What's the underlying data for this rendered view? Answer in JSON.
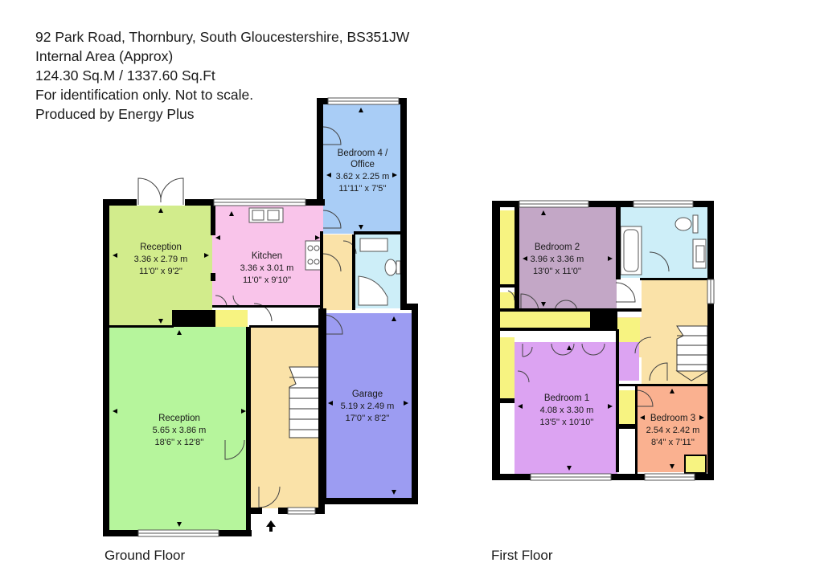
{
  "header": {
    "address": "92 Park Road, Thornbury, South Gloucestershire, BS351JW",
    "area_label": "Internal Area (Approx)",
    "area_value": "124.30 Sq.M / 1337.60 Sq.Ft",
    "disclaimer": "For identification only. Not to scale.",
    "producer": "Produced by Energy Plus"
  },
  "floors": {
    "ground": "Ground Floor",
    "first": "First Floor"
  },
  "rooms": {
    "reception_small": {
      "name": "Reception",
      "metric": "3.36 x 2.79 m",
      "imperial": "11'0'' x 9'2''",
      "color": "#d2ec8c"
    },
    "reception_large": {
      "name": "Reception",
      "metric": "5.65 x 3.86 m",
      "imperial": "18'6'' x 12'8''",
      "color": "#b6f59c"
    },
    "kitchen": {
      "name": "Kitchen",
      "metric": "3.36 x 3.01 m",
      "imperial": "11'0'' x 9'10''",
      "color": "#f9c4ea"
    },
    "bedroom4": {
      "name1": "Bedroom 4 /",
      "name2": "Office",
      "metric": "3.62 x 2.25 m",
      "imperial": "11'11'' x 7'5''",
      "color": "#a9cdf6"
    },
    "garage": {
      "name": "Garage",
      "metric": "5.19 x 2.49 m",
      "imperial": "17'0'' x 8'2''",
      "color": "#9c9cf2"
    },
    "bedroom2": {
      "name": "Bedroom 2",
      "metric": "3.96 x 3.36 m",
      "imperial": "13'0'' x 11'0''",
      "color": "#c3a7c6"
    },
    "bedroom1": {
      "name": "Bedroom 1",
      "metric": "4.08 x 3.30 m",
      "imperial": "13'5'' x 10'10''",
      "color": "#dca3f2"
    },
    "bedroom3": {
      "name": "Bedroom 3",
      "metric": "2.54 x 2.42 m",
      "imperial": "8'4'' x 7'11''",
      "color": "#fab190"
    }
  },
  "colors": {
    "hall": "#fae2a8",
    "bathroom": "#cdeef8",
    "cupboard": "#f7f381",
    "wall": "#000000"
  }
}
